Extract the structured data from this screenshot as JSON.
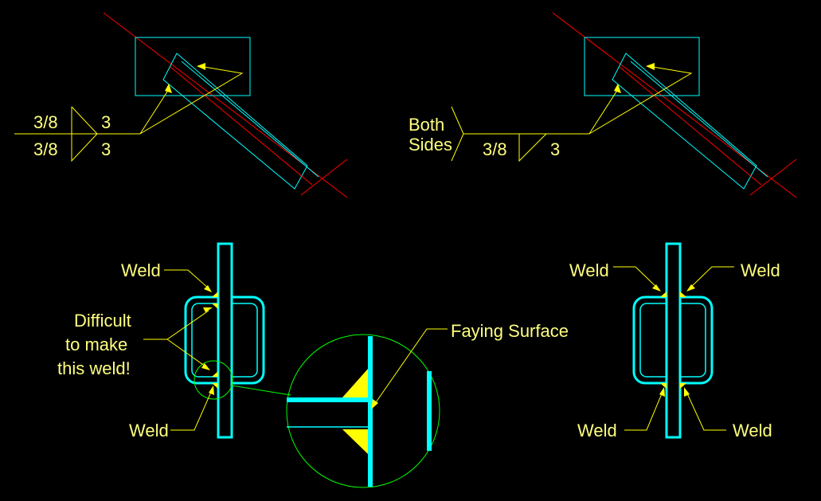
{
  "colors": {
    "background": "#000000",
    "member": "#00ffff",
    "centerline": "#ff0000",
    "annotation": "#ffff00",
    "text": "#ffff80",
    "detail_circle": "#00ff00",
    "leader": "#ffffff"
  },
  "top_left": {
    "weld_size_top": "3/8",
    "weld_length_top": "3",
    "weld_size_bottom": "3/8",
    "weld_length_bottom": "3"
  },
  "top_right": {
    "tail_note_line1": "Both",
    "tail_note_line2": "Sides",
    "weld_size": "3/8",
    "weld_length": "3"
  },
  "bottom_left": {
    "weld_top": "Weld",
    "note_line1": "Difficult",
    "note_line2": "to make",
    "note_line3": "this weld!",
    "weld_bottom": "Weld"
  },
  "detail": {
    "faying_surface": "Faying Surface"
  },
  "bottom_right": {
    "weld_top_left": "Weld",
    "weld_top_right": "Weld",
    "weld_bottom_left": "Weld",
    "weld_bottom_right": "Weld"
  }
}
